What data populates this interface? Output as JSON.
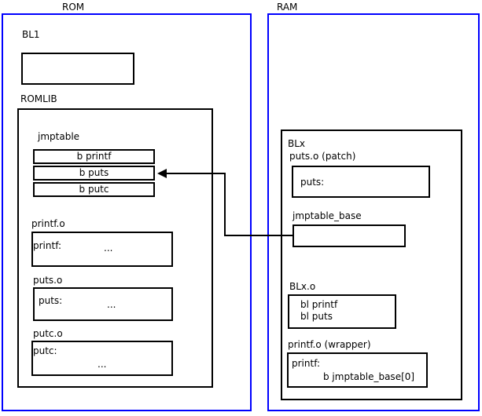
{
  "diagram": {
    "title": "ROM / RAM jump table patching diagram",
    "accent_color": "#0000ff",
    "line_color": "#000000",
    "background": "#ffffff"
  },
  "rom": {
    "label": "ROM",
    "bl1": {
      "label": "BL1",
      "body": ""
    },
    "romlib": {
      "label": "ROMLIB",
      "jmptable": {
        "label": "jmptable",
        "entries": [
          {
            "text": "b printf"
          },
          {
            "text": "b puts"
          },
          {
            "text": "b putc"
          }
        ]
      },
      "objects": [
        {
          "label": "printf.o",
          "symbol": "printf:",
          "ellipsis": "...",
          "layout": "inline"
        },
        {
          "label": "puts.o",
          "symbol": "puts:",
          "ellipsis": "...",
          "layout": "inline"
        },
        {
          "label": "putc.o",
          "symbol": "putc:",
          "ellipsis": "...",
          "layout": "stacked"
        }
      ]
    }
  },
  "ram": {
    "label": "RAM",
    "blx": {
      "label": "BLx",
      "puts_patch": {
        "label": "puts.o (patch)",
        "symbol": "puts:"
      },
      "jmptable_base": {
        "label": "jmptable_base",
        "body": ""
      },
      "blx_o": {
        "label": "BLx.o",
        "line1": "bl printf",
        "line2": "bl puts"
      },
      "printf_wrapper": {
        "label": "printf.o (wrapper)",
        "symbol": "printf:",
        "branch": "b jmptable_base[0]"
      }
    }
  },
  "connector": {
    "name": "jmptable-base-to-b-puts",
    "from": "jmptable_base",
    "to": "b puts"
  }
}
